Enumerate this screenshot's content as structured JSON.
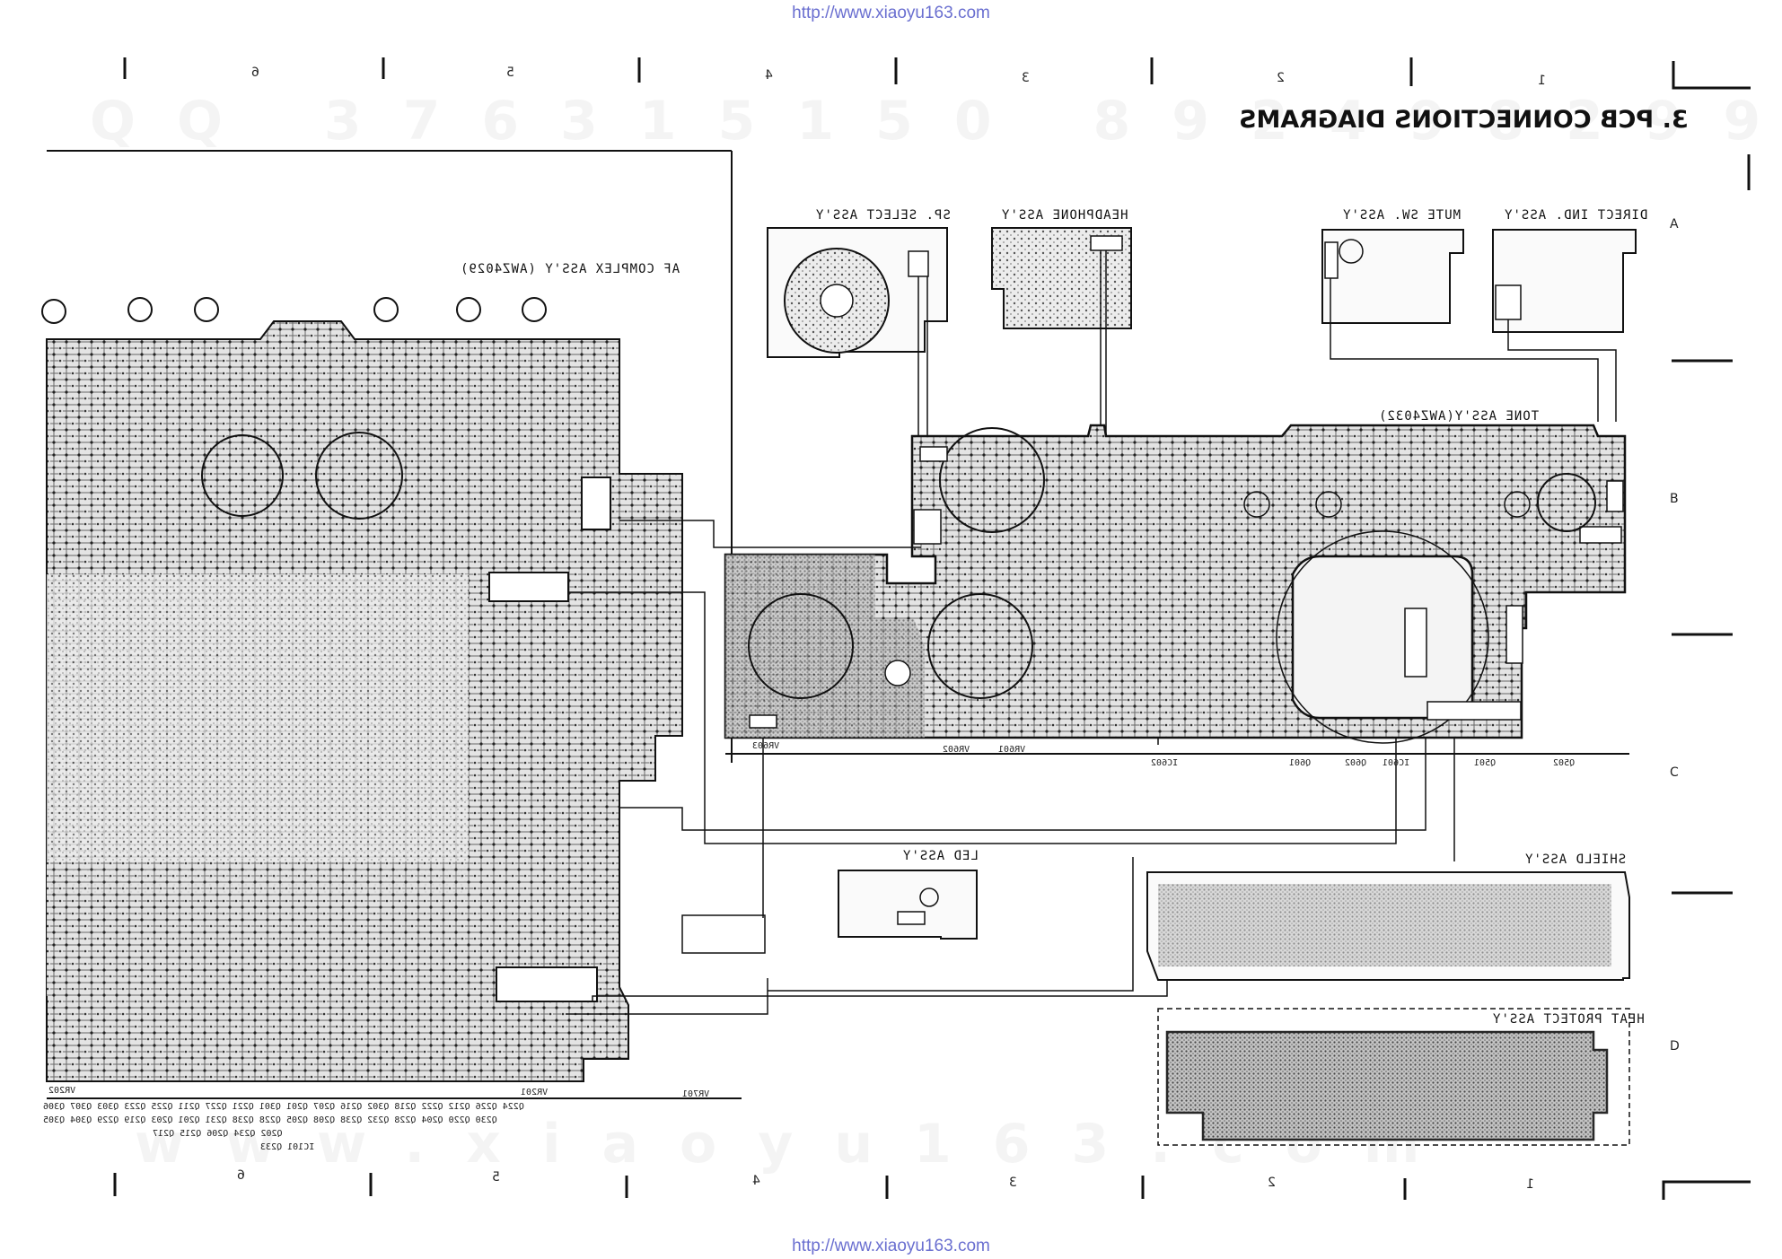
{
  "source_url": "http://www.xiaoyu163.com",
  "title": "3. PCB CONNECTIONS DIAGRAMS",
  "watermark_top": "QQ 376315150  892498299",
  "watermark_bottom": "www.xiaoyu163.com",
  "column_numbers": [
    "6",
    "5",
    "4",
    "3",
    "2",
    "1"
  ],
  "row_letters": [
    "A",
    "B",
    "C",
    "D"
  ],
  "assemblies": {
    "af_complex": "AF COMPLEX ASS'Y (AWZ4029)",
    "sp_select": "SP. SELECT ASS'Y",
    "headphone": "HEADPHONE ASS'Y",
    "mute_sw": "MUTE SW. ASS'Y",
    "direct_ind": "DIRECT IND. ASS'Y",
    "tone": "TONE ASS'Y(AWZ4032)",
    "led": "LED ASS'Y",
    "shield": "SHIELD ASS'Y",
    "heat_protect": "HEAT PROTECT ASS'Y"
  },
  "tone_parts": [
    "VR603",
    "VR602",
    "VR601",
    "IC602",
    "IC601",
    "Q601",
    "Q602",
    "Q501",
    "Q502"
  ],
  "vr_labels": [
    "VR202",
    "VR201",
    "VR701"
  ],
  "bottom_part_rows": [
    "Q224 Q226 Q212 Q222 Q218 Q302 Q216 Q207 Q201 Q301 Q221 Q227 Q211 Q225 Q223 Q303 Q307 Q306",
    "Q230 Q220 Q204 Q228 Q232 Q238 Q208 Q205 Q228 Q238 Q231 Q201 Q203 Q219 Q229 Q304 Q305",
    "Q202 Q234 Q206 Q215 Q217",
    "IC101 Q233"
  ],
  "colors": {
    "ink": "#1a1a1a",
    "board_fill": "#d9d9d9",
    "url_blue": "#6a6fd0"
  }
}
